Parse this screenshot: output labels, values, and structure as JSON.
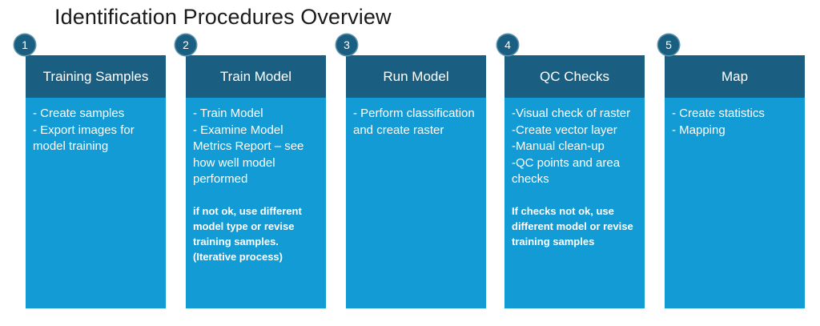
{
  "title": "Identification Procedures Overview",
  "colors": {
    "header_band": "#1a5f82",
    "body_band": "#129bd4",
    "badge_fill": "#1a5f82",
    "badge_ring": "#5f93ab",
    "title_text": "#1b1b1b",
    "body_text": "#ffffff",
    "page_background": "#ffffff"
  },
  "columns": [
    {
      "badge": "1",
      "header": "Training Samples",
      "lines": [
        "- Create samples",
        "- Export images for model training"
      ],
      "note": ""
    },
    {
      "badge": "2",
      "header": "Train Model",
      "lines": [
        "- Train Model",
        "- Examine Model Metrics Report – see how well model performed"
      ],
      "note": "if not ok, use different model type or revise training samples. (Iterative process)"
    },
    {
      "badge": "3",
      "header": "Run Model",
      "lines": [
        "- Perform classification and create raster"
      ],
      "note": ""
    },
    {
      "badge": "4",
      "header": "QC Checks",
      "lines": [
        "-Visual check of raster",
        "-Create vector layer",
        "-Manual clean-up",
        "-QC points and area checks"
      ],
      "note": "If checks not ok, use different model or revise training samples"
    },
    {
      "badge": "5",
      "header": "Map",
      "lines": [
        "- Create statistics",
        "- Mapping"
      ],
      "note": ""
    }
  ]
}
